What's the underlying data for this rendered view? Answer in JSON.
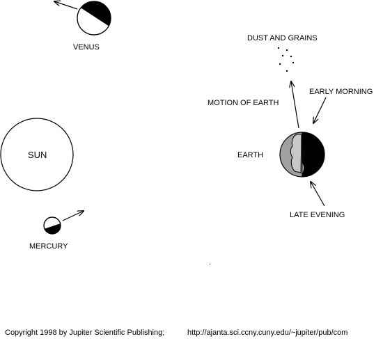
{
  "labels": {
    "venus": "VENUS",
    "sun": "SUN",
    "mercury": "MERCURY",
    "earth": "EARTH",
    "dust": "DUST AND GRAINS",
    "motion": "MOTION OF EARTH",
    "early": "EARLY MORNING",
    "late": "LATE EVENING"
  },
  "footer": {
    "copyright": "Copyright 1998 by Jupiter Scientific Publishing;",
    "url": "http://ajanta.sci.ccny.cuny.edu/~jupiter/pub/com"
  },
  "colors": {
    "dark": "#000000",
    "mid_gray": "#a0a0a0",
    "light_gray": "#c8c8c8",
    "background": "#ffffff"
  },
  "icons": {
    "sun": "plain-circle",
    "venus": "half-shaded-circle",
    "mercury": "half-shaded-circle",
    "earth": "shaded-sphere"
  }
}
